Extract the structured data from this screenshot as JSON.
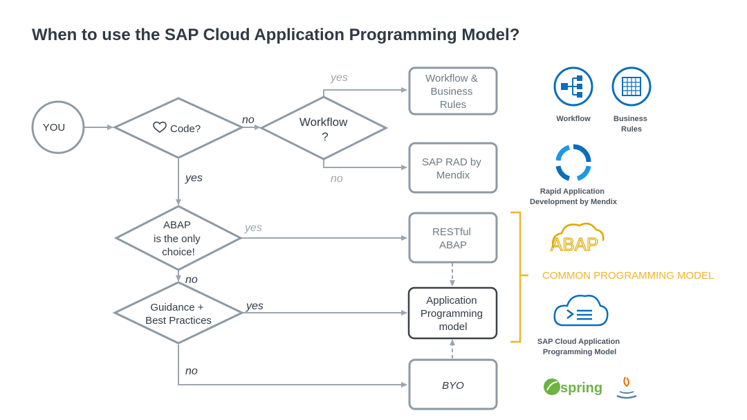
{
  "title": "When to use the SAP Cloud Application Programming Model?",
  "nodes": {
    "you": "YOU",
    "code": "Code?",
    "workflow_q": [
      "Workflow",
      "?"
    ],
    "workflow_rules": [
      "Workflow &",
      "Business",
      "Rules"
    ],
    "sap_rad": [
      "SAP RAD by",
      "Mendix"
    ],
    "abap_q": [
      "ABAP",
      "is the only",
      "choice!"
    ],
    "restful_abap": [
      "RESTful",
      "ABAP"
    ],
    "guidance_q": [
      "Guidance +",
      "Best Practices"
    ],
    "app_model": [
      "Application",
      "Programming",
      "model"
    ],
    "byo": "BYO"
  },
  "edges": {
    "code_no": "no",
    "workflow_yes": "yes",
    "workflow_no": "no",
    "code_yes": "yes",
    "abap_yes": "yes",
    "abap_no": "no",
    "guidance_yes": "yes",
    "guidance_no": "no"
  },
  "icons": {
    "workflow": {
      "label": "Workflow",
      "icon": "workflow-icon",
      "color": "#0a6ebd"
    },
    "business_rules": {
      "label": [
        "Business",
        "Rules"
      ],
      "icon": "business-rules-icon",
      "color": "#0a6ebd"
    },
    "rad_mendix": {
      "label": [
        "Rapid Application",
        "Development by Mendix"
      ],
      "icon": "mendix-cycle-icon",
      "color": "#0a6ebd"
    },
    "abap_logo": {
      "text": "ABAP",
      "color": "#e0a800"
    },
    "cap_logo": {
      "label": [
        "SAP Cloud Application",
        "Programming Model"
      ],
      "icon": "cloud-terminal-icon",
      "color": "#0a6ebd"
    },
    "spring_logo": {
      "text": "spring",
      "color": "#6db33f"
    }
  },
  "common_model": "COMMON PROGRAMMING MODEL",
  "accent_color": "#f0b429"
}
